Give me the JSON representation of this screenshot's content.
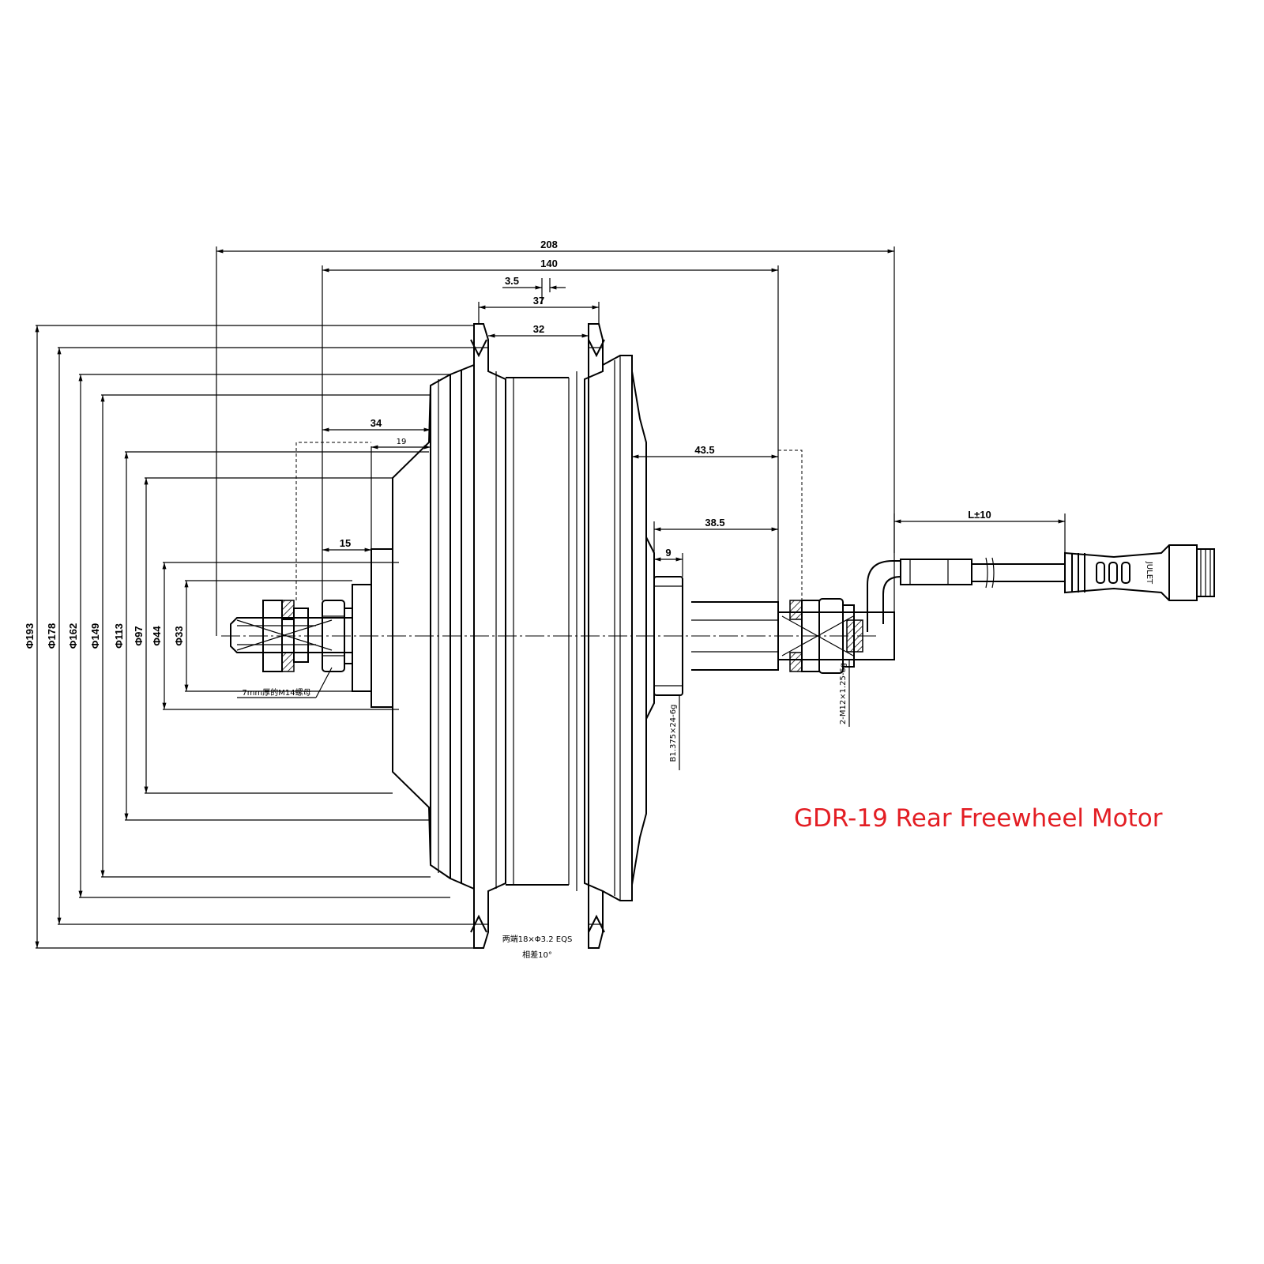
{
  "title": "GDR-19 Rear Freewheel Motor",
  "colors": {
    "title": "#e31e24",
    "line": "#000000",
    "background": "#ffffff"
  },
  "dimensions": {
    "overall_width": "208",
    "flange_span": "140",
    "offset": "3.5",
    "rim_outer": "37",
    "rim_inner": "32",
    "left_hub_offset": "34",
    "left_step": "19",
    "left_axle": "15",
    "right_hub_offset": "43.5",
    "right_thread": "38.5",
    "freewheel_width": "9",
    "cable_length": "L±10"
  },
  "diameters": {
    "d193": "Φ193",
    "d178": "Φ178",
    "d162": "Φ162",
    "d149": "Φ149",
    "d113": "Φ113",
    "d97": "Φ97",
    "d44": "Φ44",
    "d33": "Φ33"
  },
  "notes": {
    "nut": "7mm厚的M14螺母",
    "thread_freewheel": "B1.375×24-6g",
    "thread_axle": "2-M12×1.25-6g",
    "spoke_holes": "两端18×Φ3.2 EQS",
    "spoke_offset": "相差10°",
    "connector_label": "JULET"
  }
}
